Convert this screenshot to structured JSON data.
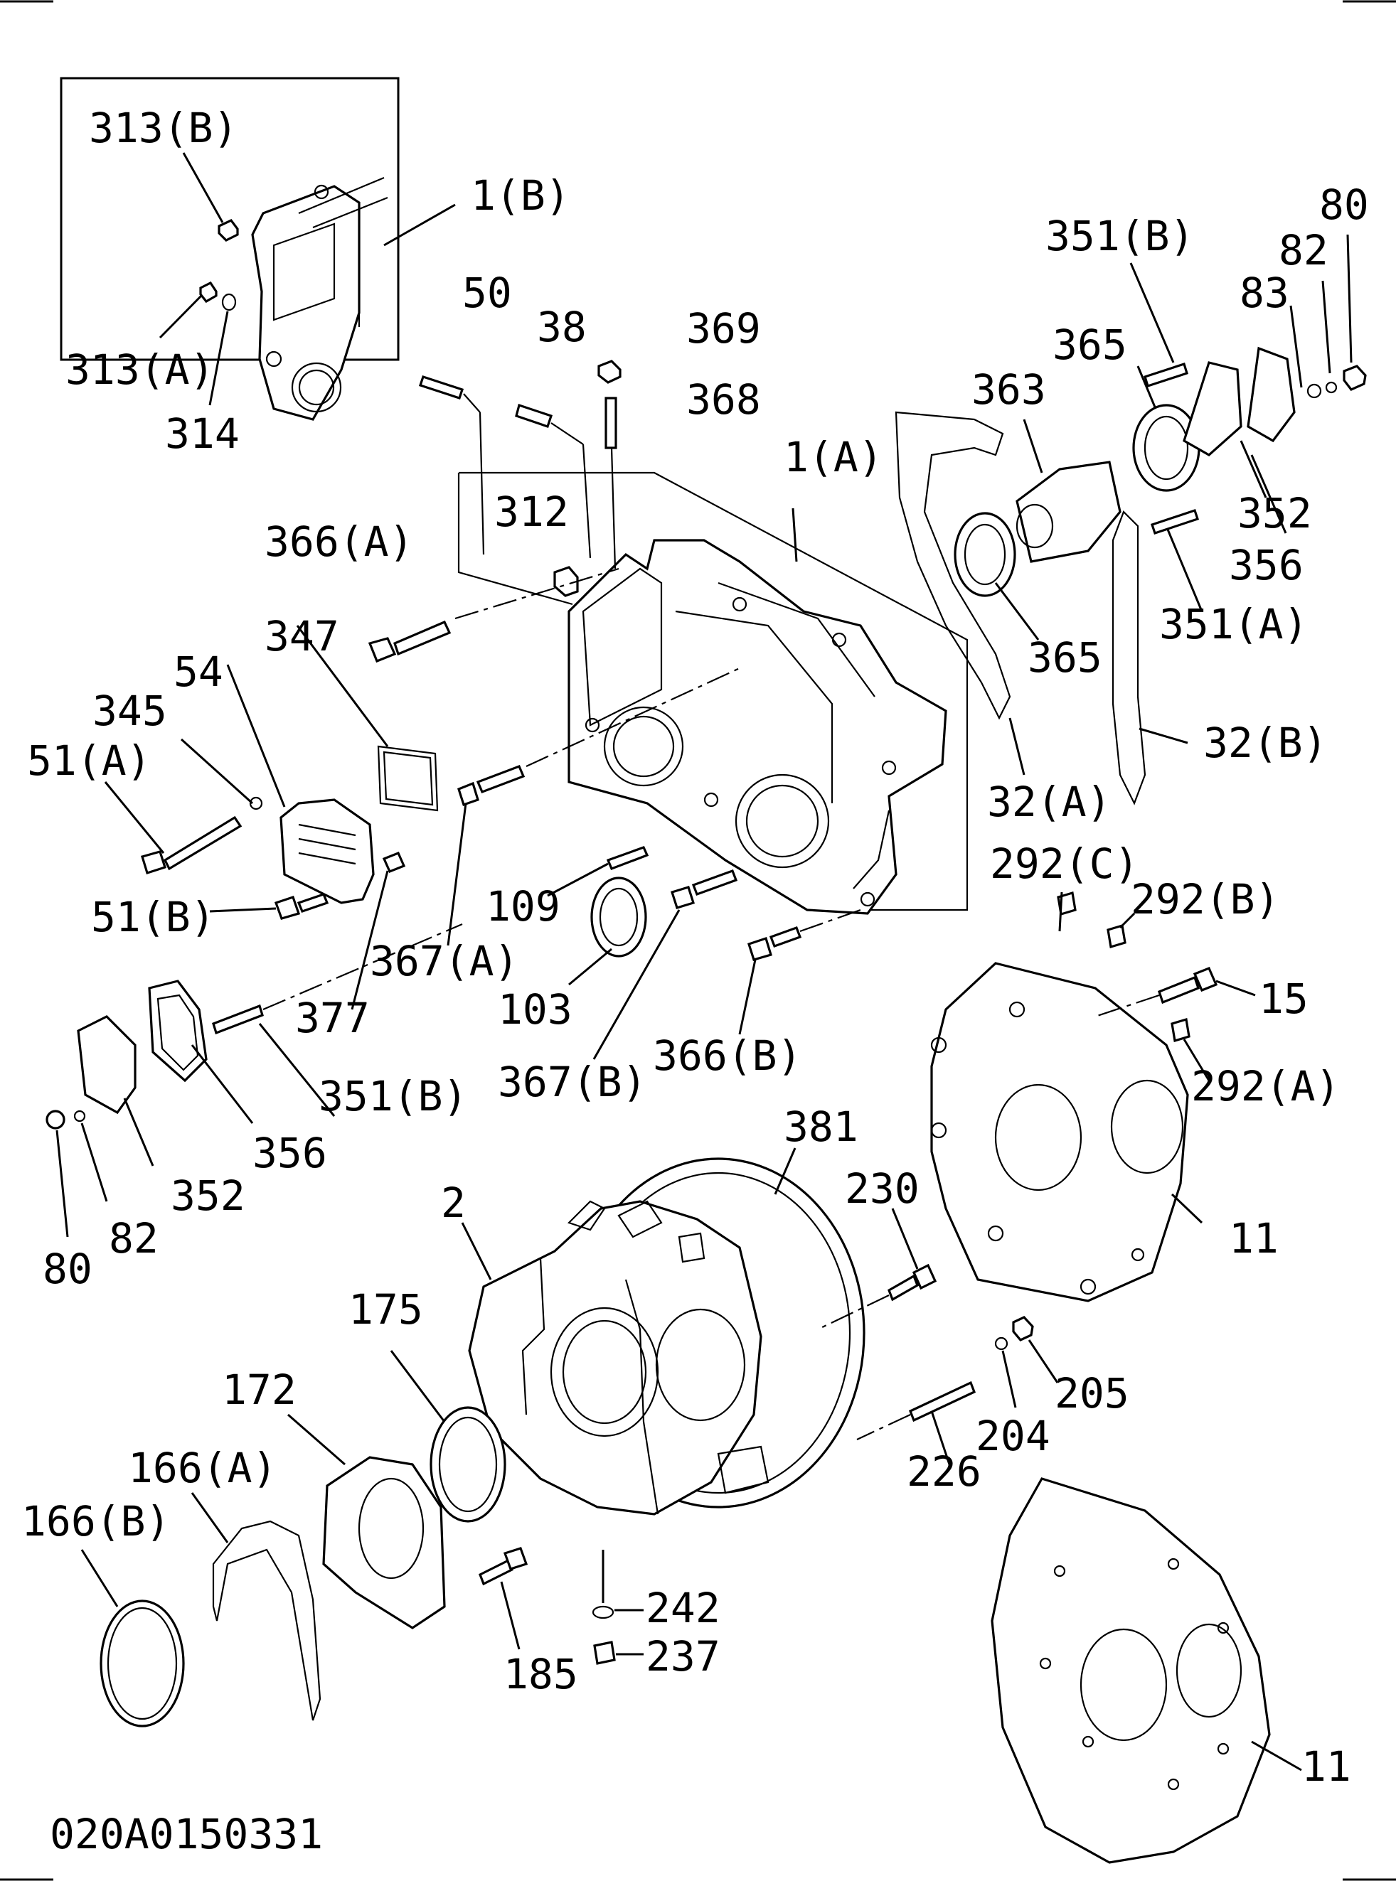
{
  "document": {
    "code": "020A0150331"
  },
  "labels": [
    {
      "id": "l-313b",
      "text": "313(B)"
    },
    {
      "id": "l-1b",
      "text": "1(B)"
    },
    {
      "id": "l-313a",
      "text": "313(A)"
    },
    {
      "id": "l-314",
      "text": "314"
    },
    {
      "id": "l-50",
      "text": "50"
    },
    {
      "id": "l-38",
      "text": "38"
    },
    {
      "id": "l-369",
      "text": "369"
    },
    {
      "id": "l-368",
      "text": "368"
    },
    {
      "id": "l-1a",
      "text": "1(A)"
    },
    {
      "id": "l-312",
      "text": "312"
    },
    {
      "id": "l-366a",
      "text": "366(A)"
    },
    {
      "id": "l-347",
      "text": "347"
    },
    {
      "id": "l-54",
      "text": "54"
    },
    {
      "id": "l-345",
      "text": "345"
    },
    {
      "id": "l-51a",
      "text": "51(A)"
    },
    {
      "id": "l-51b",
      "text": "51(B)"
    },
    {
      "id": "l-377",
      "text": "377"
    },
    {
      "id": "l-367a",
      "text": "367(A)"
    },
    {
      "id": "l-109",
      "text": "109"
    },
    {
      "id": "l-103",
      "text": "103"
    },
    {
      "id": "l-367b",
      "text": "367(B)"
    },
    {
      "id": "l-366b",
      "text": "366(B)"
    },
    {
      "id": "l-351b-left",
      "text": "351(B)"
    },
    {
      "id": "l-356-left",
      "text": "356"
    },
    {
      "id": "l-352-left",
      "text": "352"
    },
    {
      "id": "l-82-left",
      "text": "82"
    },
    {
      "id": "l-80-left",
      "text": "80"
    },
    {
      "id": "l-80-right",
      "text": "80"
    },
    {
      "id": "l-351b-right",
      "text": "351(B)"
    },
    {
      "id": "l-82-right",
      "text": "82"
    },
    {
      "id": "l-83",
      "text": "83"
    },
    {
      "id": "l-365-top",
      "text": "365"
    },
    {
      "id": "l-363",
      "text": "363"
    },
    {
      "id": "l-352-right",
      "text": "352"
    },
    {
      "id": "l-356-right",
      "text": "356"
    },
    {
      "id": "l-351a",
      "text": "351(A)"
    },
    {
      "id": "l-365-bottom",
      "text": "365"
    },
    {
      "id": "l-32b",
      "text": "32(B)"
    },
    {
      "id": "l-32a",
      "text": "32(A)"
    },
    {
      "id": "l-292c",
      "text": "292(C)"
    },
    {
      "id": "l-292b",
      "text": "292(B)"
    },
    {
      "id": "l-15",
      "text": "15"
    },
    {
      "id": "l-292a",
      "text": "292(A)"
    },
    {
      "id": "l-381",
      "text": "381"
    },
    {
      "id": "l-230",
      "text": "230"
    },
    {
      "id": "l-2",
      "text": "2"
    },
    {
      "id": "l-11-top",
      "text": "11"
    },
    {
      "id": "l-205",
      "text": "205"
    },
    {
      "id": "l-204",
      "text": "204"
    },
    {
      "id": "l-226",
      "text": "226"
    },
    {
      "id": "l-175",
      "text": "175"
    },
    {
      "id": "l-172",
      "text": "172"
    },
    {
      "id": "l-166a",
      "text": "166(A)"
    },
    {
      "id": "l-166b",
      "text": "166(B)"
    },
    {
      "id": "l-242",
      "text": "242"
    },
    {
      "id": "l-237",
      "text": "237"
    },
    {
      "id": "l-185",
      "text": "185"
    },
    {
      "id": "l-11-bottom",
      "text": "11"
    }
  ]
}
